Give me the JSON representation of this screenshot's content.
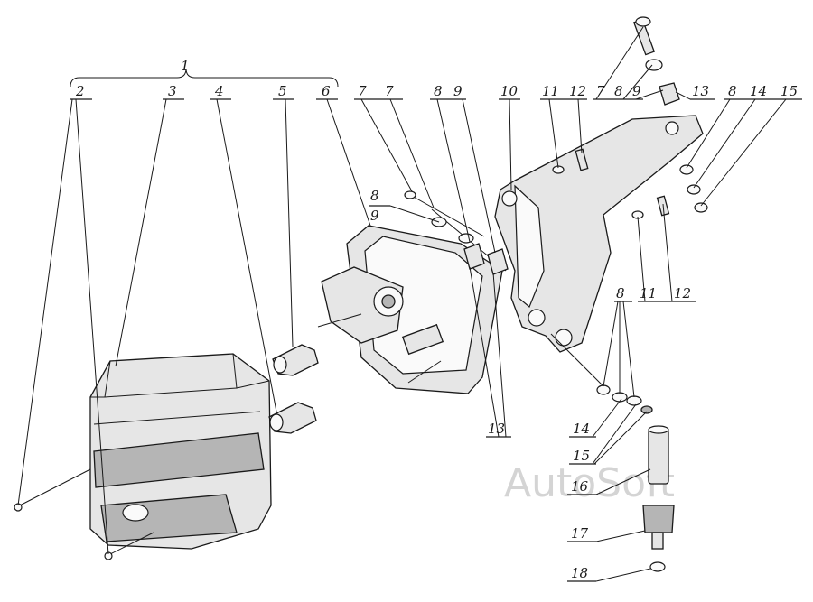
{
  "watermark": "AutoSoft",
  "callouts": [
    {
      "id": "c1",
      "label": "1"
    },
    {
      "id": "c2",
      "label": "2"
    },
    {
      "id": "c3",
      "label": "3"
    },
    {
      "id": "c4",
      "label": "4"
    },
    {
      "id": "c5",
      "label": "5"
    },
    {
      "id": "c6",
      "label": "6"
    },
    {
      "id": "c7a",
      "label": "7"
    },
    {
      "id": "c7b",
      "label": "7"
    },
    {
      "id": "c8a",
      "label": "8"
    },
    {
      "id": "c9a",
      "label": "9"
    },
    {
      "id": "c10",
      "label": "10"
    },
    {
      "id": "c11a",
      "label": "11"
    },
    {
      "id": "c12a",
      "label": "12"
    },
    {
      "id": "c7c",
      "label": "7"
    },
    {
      "id": "c8b",
      "label": "8"
    },
    {
      "id": "c9b",
      "label": "9"
    },
    {
      "id": "c13a",
      "label": "13"
    },
    {
      "id": "c8c",
      "label": "8"
    },
    {
      "id": "c14a",
      "label": "14"
    },
    {
      "id": "c15a",
      "label": "15"
    },
    {
      "id": "c8d",
      "label": "8"
    },
    {
      "id": "c9c",
      "label": "9"
    },
    {
      "id": "c11b",
      "label": "11"
    },
    {
      "id": "c12b",
      "label": "12"
    },
    {
      "id": "c8e",
      "label": "8"
    },
    {
      "id": "c14b",
      "label": "14"
    },
    {
      "id": "c15b",
      "label": "15"
    },
    {
      "id": "c13b",
      "label": "13"
    },
    {
      "id": "c16",
      "label": "16"
    },
    {
      "id": "c17",
      "label": "17"
    },
    {
      "id": "c18",
      "label": "18"
    }
  ]
}
